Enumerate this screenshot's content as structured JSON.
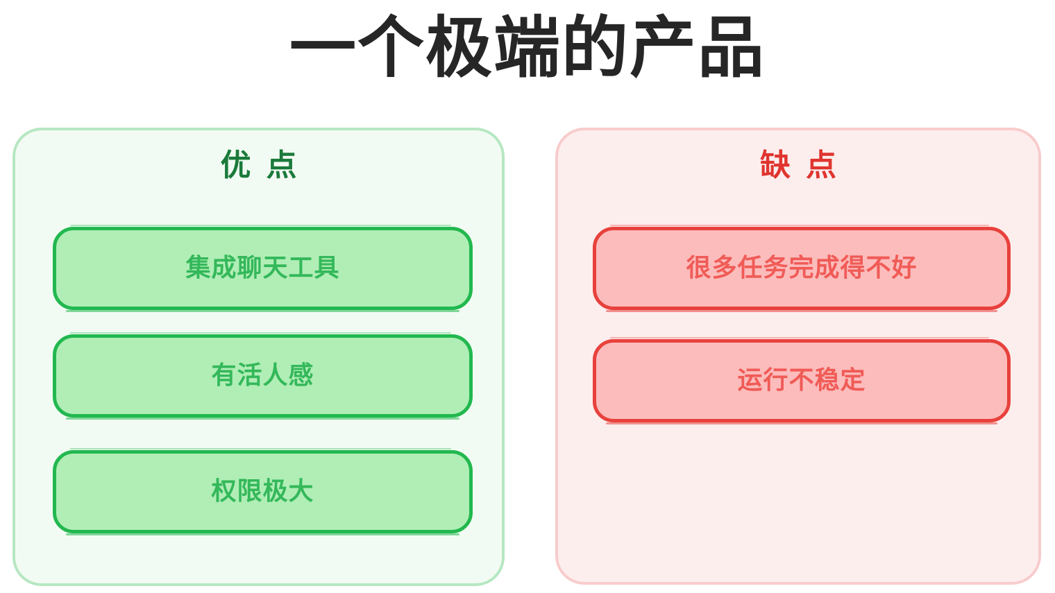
{
  "title": "一个极端的产品",
  "panels": {
    "pros": {
      "heading": "优点",
      "accent_color": "#22b84f",
      "heading_color": "#1b7a3b",
      "panel_bg": "#f2fbf3",
      "panel_border": "#b6e7c1",
      "card_bg": "#b0eeb6",
      "card_text_color": "#34b85a",
      "items": [
        {
          "label": "集成聊天工具"
        },
        {
          "label": "有活人感"
        },
        {
          "label": "权限极大"
        }
      ]
    },
    "cons": {
      "heading": "缺点",
      "accent_color": "#e8413c",
      "heading_color": "#e0352f",
      "panel_bg": "#fdeeee",
      "panel_border": "#f8cccc",
      "card_bg": "#fcbcbc",
      "card_text_color": "#f05b56",
      "items": [
        {
          "label": "很多任务完成得不好"
        },
        {
          "label": "运行不稳定"
        }
      ]
    }
  },
  "canvas": {
    "background": "#ffffff",
    "title_color": "#262626"
  }
}
